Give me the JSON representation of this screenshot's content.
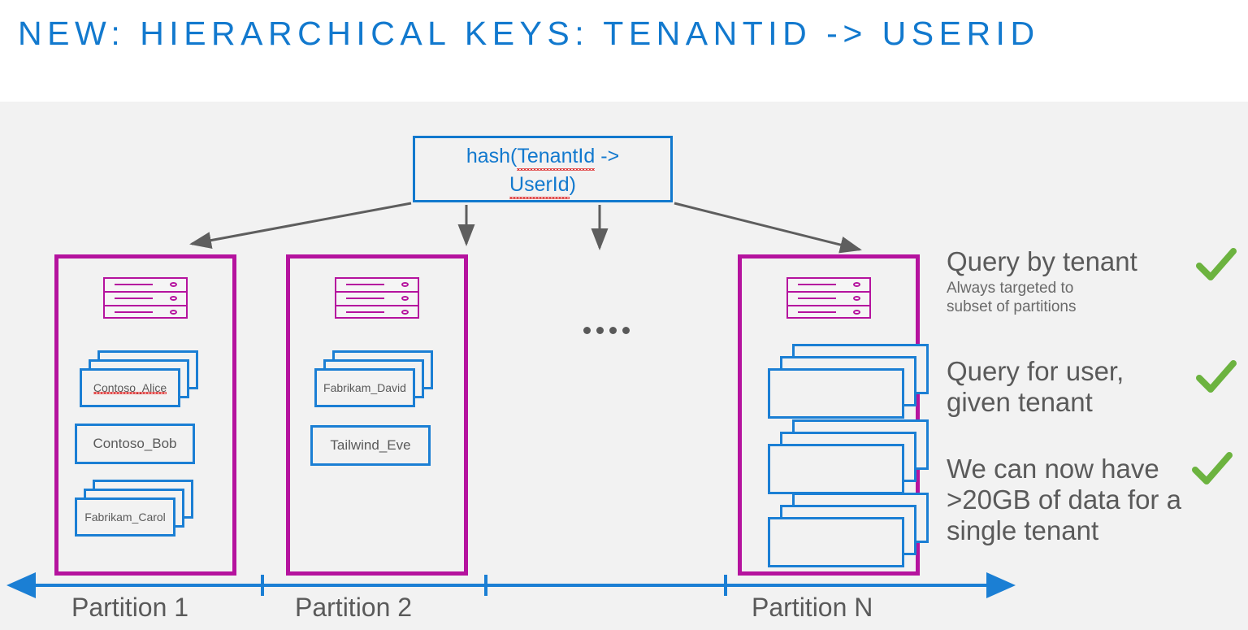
{
  "slide": {
    "title": "NEW: HIERARCHICAL KEYS: TENANTID -> USERID",
    "title_color": "#1279CE",
    "panel_bg": "#F2F2F2"
  },
  "hash_box": {
    "line1_prefix": "hash(",
    "line1_key": "TenantId",
    "line1_suffix": " ->",
    "line2_key": "UserId",
    "line2_suffix": ")",
    "border_color": "#1279CE",
    "text_color": "#1279CE",
    "spellcheck_underline_color": "#E03030"
  },
  "partitions": [
    {
      "id": "partition-1",
      "axis_label": "Partition 1",
      "border_color": "#B5139E",
      "server_icon": "server-icon",
      "documents": [
        {
          "label": "Contoso_Alice",
          "stacked": true,
          "spellcheck": true
        },
        {
          "label": "Contoso_Bob",
          "stacked": false,
          "spellcheck": false
        },
        {
          "label": "Fabrikam_Carol",
          "stacked": true,
          "spellcheck": false
        }
      ]
    },
    {
      "id": "partition-2",
      "axis_label": "Partition 2",
      "border_color": "#B5139E",
      "server_icon": "server-icon",
      "documents": [
        {
          "label": "Fabrikam_David",
          "stacked": true,
          "spellcheck": false
        },
        {
          "label": "Tailwind_Eve",
          "stacked": false,
          "spellcheck": false
        }
      ]
    },
    {
      "id": "partition-n",
      "axis_label": "Partition N",
      "border_color": "#B5139E",
      "server_icon": "server-icon",
      "documents": [
        {
          "label": "",
          "stacked": true,
          "spellcheck": false
        },
        {
          "label": "",
          "stacked": true,
          "spellcheck": false
        },
        {
          "label": "",
          "stacked": true,
          "spellcheck": false
        }
      ]
    }
  ],
  "ellipsis": {
    "text": "....",
    "dot_count": 4,
    "color": "#595959"
  },
  "axis": {
    "color": "#1B7FD4",
    "double_headed": true,
    "tick_positions": [
      323,
      598,
      893
    ]
  },
  "annotations": [
    {
      "title": "Query by tenant",
      "subtitle_line1": "Always targeted to",
      "subtitle_line2": "subset of partitions",
      "check": true
    },
    {
      "title": "Query for user, given tenant",
      "subtitle_line1": "",
      "subtitle_line2": "",
      "check": true
    },
    {
      "title": "We can now have >20GB of data for a single tenant",
      "subtitle_line1": "",
      "subtitle_line2": "",
      "check": true
    }
  ],
  "colors": {
    "accent_blue": "#1279CE",
    "card_blue": "#1B7FD4",
    "magenta": "#B5139E",
    "check_green": "#6CB33F",
    "arrow_gray": "#5E5E5E",
    "text_gray": "#5A5A5A"
  }
}
